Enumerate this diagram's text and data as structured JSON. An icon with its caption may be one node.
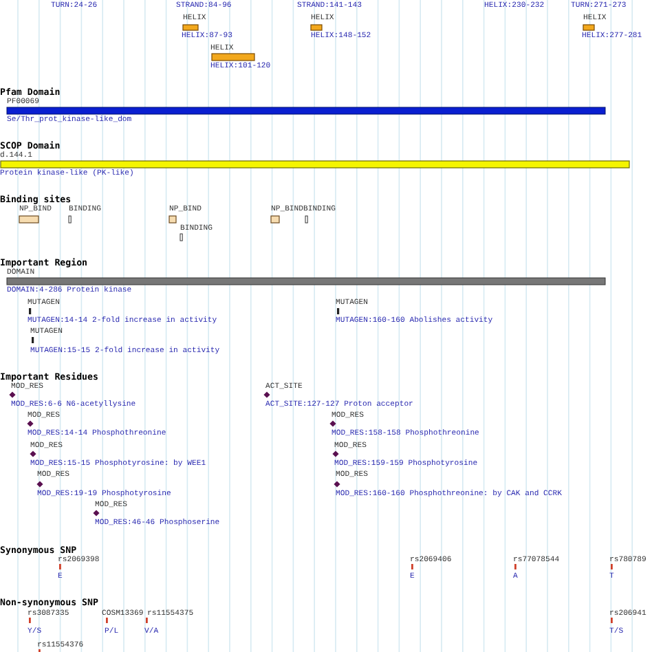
{
  "diagram": {
    "labels": [
      "TURN:24-26",
      "STRAND:84-96",
      "STRAND:141-143",
      "HELIX:230-232",
      "TURN:271-273",
      "HELIX",
      "HELIX",
      "HELIX",
      "HELIX:87-93",
      "HELIX:148-152",
      "HELIX:277-281",
      "HELIX",
      "HELIX:101-120",
      "Pfam Domain",
      "PF00069",
      "Se/Thr_prot_kinase-like_dom",
      "SCOP Domain",
      "d.144.1",
      "Protein kinase-like (PK-like)",
      "Binding sites",
      "NP_BIND",
      "BINDING",
      "NP_BIND",
      "NP_BINDBINDING",
      "BINDING",
      "Important Region",
      "DOMAIN",
      "DOMAIN:4-286 Protein kinase",
      "MUTAGEN",
      "MUTAGEN",
      "MUTAGEN:14-14 2-fold increase in activity",
      "MUTAGEN:160-160 Abolishes activity",
      "MUTAGEN",
      "MUTAGEN:15-15 2-fold increase in activity",
      "Important Residues",
      "MOD_RES",
      "ACT_SITE",
      "MOD_RES:6-6 N6-acetyllysine",
      "ACT_SITE:127-127 Proton acceptor",
      "MOD_RES",
      "MOD_RES",
      "MOD_RES:14-14 Phosphothreonine",
      "MOD_RES:158-158 Phosphothreonine",
      "MOD_RES",
      "MOD_RES",
      "MOD_RES:15-15 Phosphotyrosine: by WEE1",
      "MOD_RES:159-159 Phosphotyrosine",
      "MOD_RES",
      "MOD_RES",
      "MOD_RES:19-19 Phosphotyrosine",
      "MOD_RES:160-160 Phosphothreonine: by CAK and CCRK",
      "MOD_RES",
      "MOD_RES:46-46 Phosphoserine",
      "Synonymous SNP",
      "rs2069398",
      "rs2069406",
      "rs77078544",
      "rs780789",
      "E",
      "E",
      "A",
      "T",
      "Non-synonymous SNP",
      "rs3087335",
      "COSM13369",
      "rs11554375",
      "rs206941",
      "Y/S",
      "P/L",
      "V/A",
      "T/S",
      "rs11554376"
    ]
  }
}
